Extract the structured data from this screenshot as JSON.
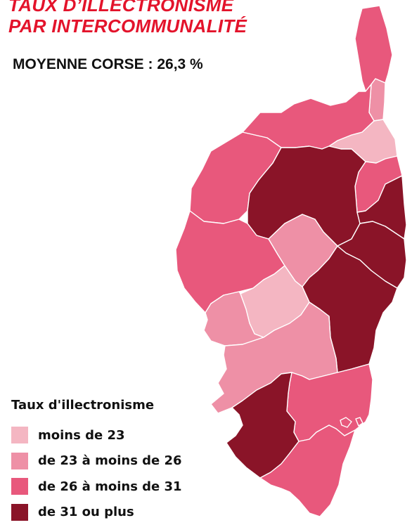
{
  "title": {
    "line1": "TAUX D’ILLECTRONISME",
    "line2": "PAR INTERCOMMUNALITÉ"
  },
  "subtitle": "MOYENNE CORSE : 26,3 %",
  "legend": {
    "title": "Taux d'illectronisme",
    "classes": [
      {
        "id": "c1",
        "label": "moins de 23",
        "color": "#f4b6c2"
      },
      {
        "id": "c2",
        "label": "de 23 à moins de 26",
        "color": "#ee90a6"
      },
      {
        "id": "c3",
        "label": "de 26 à moins de 31",
        "color": "#e8587c"
      },
      {
        "id": "c4",
        "label": "de 31 ou plus",
        "color": "#8a1428"
      }
    ]
  },
  "map": {
    "regions": [
      {
        "name": "cap-corse-north",
        "class": "c3"
      },
      {
        "name": "cap-corse-east",
        "class": "c2"
      },
      {
        "name": "bastia",
        "class": "c1"
      },
      {
        "name": "balagne",
        "class": "c3"
      },
      {
        "name": "nebbio",
        "class": "c3"
      },
      {
        "name": "marana-golo",
        "class": "c3"
      },
      {
        "name": "pasquale-paoli",
        "class": "c4"
      },
      {
        "name": "castagniccia-casinca",
        "class": "c4"
      },
      {
        "name": "costa-verde",
        "class": "c4"
      },
      {
        "name": "ouest-corse",
        "class": "c3"
      },
      {
        "name": "centre-corse",
        "class": "c2"
      },
      {
        "name": "fium-orbu-castellu",
        "class": "c4"
      },
      {
        "name": "pays-ajaccien",
        "class": "c2"
      },
      {
        "name": "celavu-prunelli",
        "class": "c1"
      },
      {
        "name": "pieve-ornano-taravo",
        "class": "c2"
      },
      {
        "name": "alta-rocca",
        "class": "c3"
      },
      {
        "name": "sartenais-valinco",
        "class": "c4"
      },
      {
        "name": "sud-corse",
        "class": "c3"
      }
    ]
  }
}
